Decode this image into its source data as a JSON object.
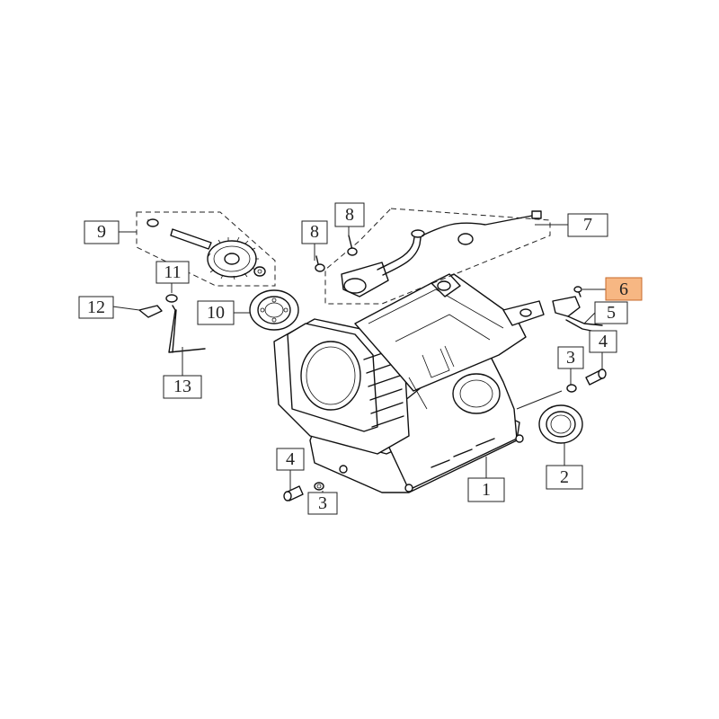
{
  "diagram": {
    "highlight_color": "#f7b783",
    "callouts": [
      {
        "id": "c1",
        "label": "1"
      },
      {
        "id": "c2",
        "label": "2"
      },
      {
        "id": "c3a",
        "label": "3"
      },
      {
        "id": "c3b",
        "label": "3"
      },
      {
        "id": "c4a",
        "label": "4"
      },
      {
        "id": "c4b",
        "label": "4"
      },
      {
        "id": "c5",
        "label": "5"
      },
      {
        "id": "c6",
        "label": "6",
        "highlighted": true
      },
      {
        "id": "c7",
        "label": "7"
      },
      {
        "id": "c8a",
        "label": "8"
      },
      {
        "id": "c8b",
        "label": "8"
      },
      {
        "id": "c9",
        "label": "9"
      },
      {
        "id": "c10",
        "label": "10"
      },
      {
        "id": "c11",
        "label": "11"
      },
      {
        "id": "c12",
        "label": "12"
      },
      {
        "id": "c13",
        "label": "13"
      }
    ]
  }
}
